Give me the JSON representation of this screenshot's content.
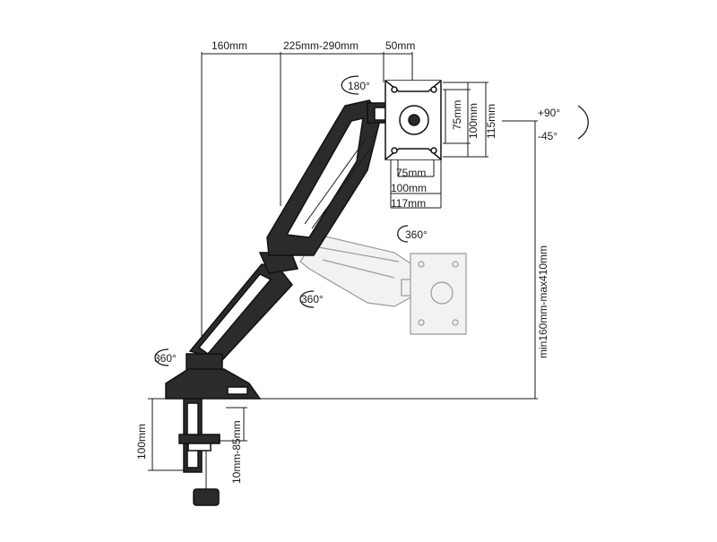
{
  "top_dims": {
    "d1": "160mm",
    "d2": "225mm-290mm",
    "d3": "50mm"
  },
  "vesa": {
    "w75": "75mm",
    "w100": "100mm",
    "w117": "117mm",
    "h75": "75mm",
    "h100": "100mm",
    "h115": "115mm"
  },
  "rotations": {
    "head_rotate": "180°",
    "tilt_up": "+90°",
    "tilt_down": "-45°",
    "swivel_ghost": "360°",
    "elbow": "360°",
    "base": "360°"
  },
  "side_dims": {
    "height_range": "min160mm-max410mm",
    "clamp_height": "100mm",
    "desk_thickness": "10mm-85mm"
  }
}
